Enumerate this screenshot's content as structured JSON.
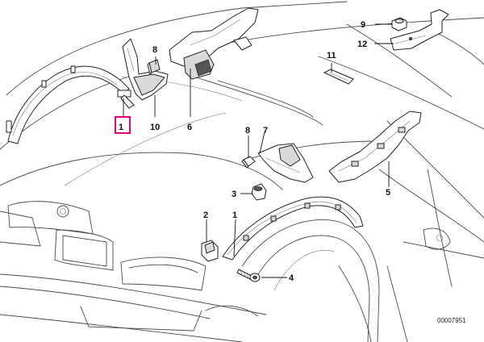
{
  "diagram": {
    "highlight_color": "#e6007e",
    "line_color": "#222222",
    "reference_number": "00007951",
    "callouts": [
      {
        "id": "c1a",
        "label": "1",
        "highlighted": true
      },
      {
        "id": "c10",
        "label": "10",
        "highlighted": false
      },
      {
        "id": "c8a",
        "label": "8",
        "highlighted": false
      },
      {
        "id": "c6",
        "label": "6",
        "highlighted": false
      },
      {
        "id": "c9",
        "label": "9",
        "highlighted": false
      },
      {
        "id": "c12",
        "label": "12",
        "highlighted": false
      },
      {
        "id": "c11",
        "label": "11",
        "highlighted": false
      },
      {
        "id": "c8b",
        "label": "8",
        "highlighted": false
      },
      {
        "id": "c7",
        "label": "7",
        "highlighted": false
      },
      {
        "id": "c5",
        "label": "5",
        "highlighted": false
      },
      {
        "id": "c3",
        "label": "3",
        "highlighted": false
      },
      {
        "id": "c2",
        "label": "2",
        "highlighted": false
      },
      {
        "id": "c1b",
        "label": "1",
        "highlighted": false
      },
      {
        "id": "c4",
        "label": "4",
        "highlighted": false
      }
    ]
  }
}
